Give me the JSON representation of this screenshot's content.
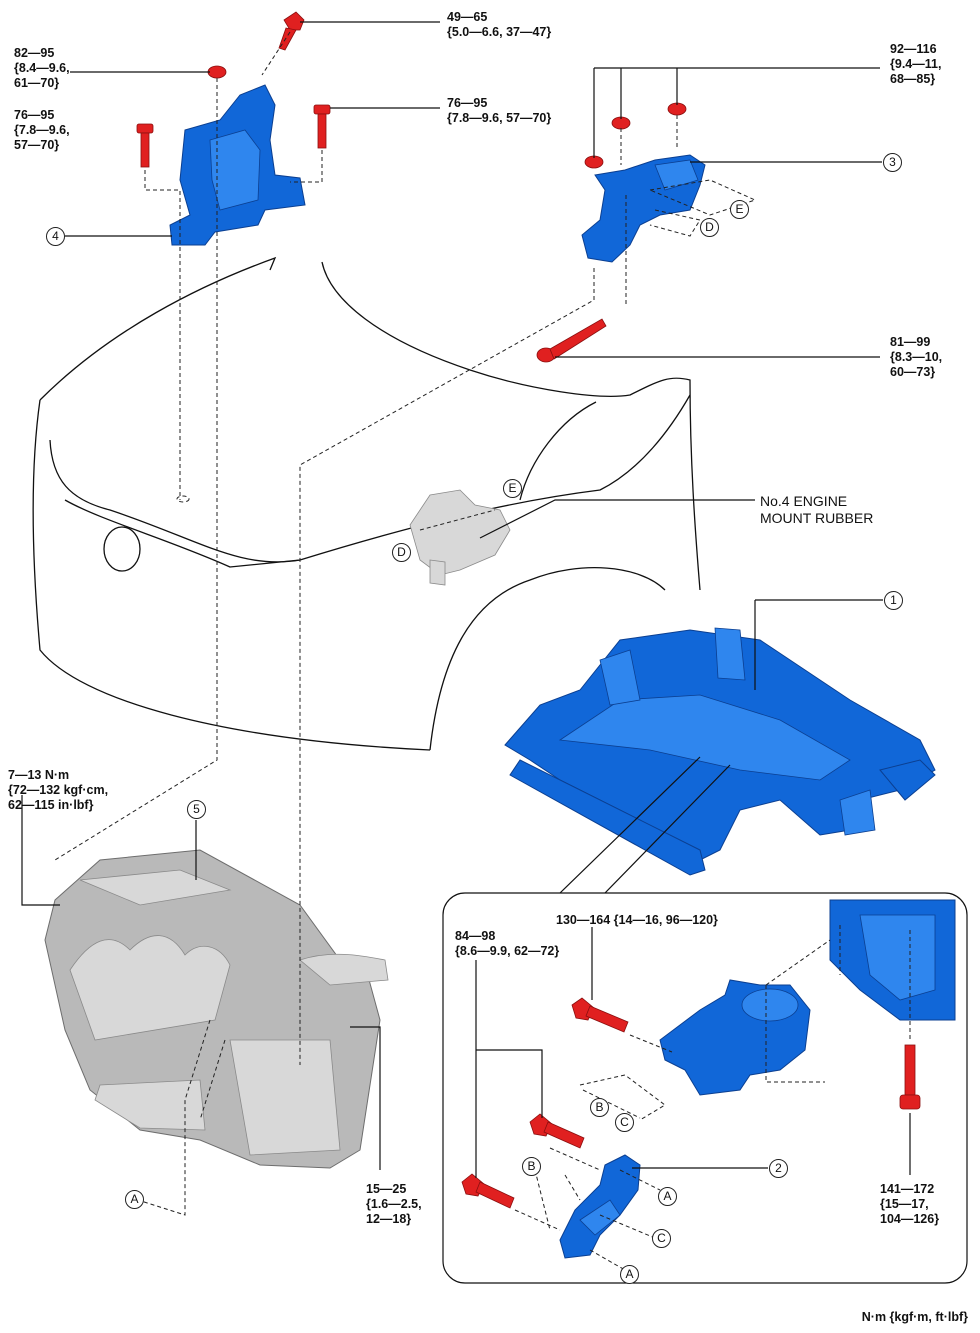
{
  "torque_labels": {
    "t_49_65": "49—65\n{5.0—6.6, 37—47}",
    "t_82_95": "82—95\n{8.4—9.6,\n61—70}",
    "t_76_95_left": "76—95\n{7.8—9.6,\n57—70}",
    "t_76_95_right": "76—95\n{7.8—9.6, 57—70}",
    "t_92_116": "92—116\n{9.4—11,\n68—85}",
    "t_81_99": "81—99\n{8.3—10,\n60—73}",
    "t_7_13": "7—13 N·m\n{72—132 kgf·cm,\n62—115 in·lbf}",
    "t_15_25": "15—25\n{1.6—2.5,\n12—18}",
    "t_130_164": "130—164 {14—16, 96—120}",
    "t_84_98": "84—98\n{8.6—9.9, 62—72}",
    "t_141_172": "141—172\n{15—17,\n104—126}"
  },
  "part_label": "No.4 ENGINE\nMOUNT RUBBER",
  "callouts": {
    "c1": "1",
    "c2": "2",
    "c3": "3",
    "c4": "4",
    "c5": "5",
    "A1": "A",
    "A2": "A",
    "A3": "A",
    "B1": "B",
    "B2": "B",
    "C1": "C",
    "C2": "C",
    "D1": "D",
    "D2": "D",
    "E1": "E",
    "E2": "E"
  },
  "units": "N·m {kgf·m, ft·lbf}",
  "colors": {
    "part_blue": "#1167d8",
    "bolt_red": "#e02020",
    "engine_gray": "#b9b9b9"
  }
}
